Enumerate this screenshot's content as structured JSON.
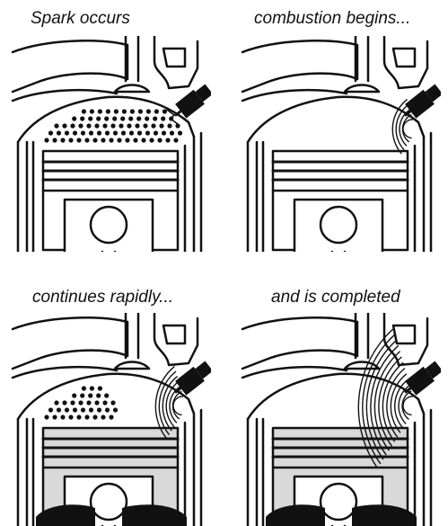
{
  "figure": {
    "panels": [
      {
        "caption": "Spark occurs",
        "stage": "spark"
      },
      {
        "caption": "combustion begins...",
        "stage": "begins"
      },
      {
        "caption": "continues rapidly...",
        "stage": "rapid"
      },
      {
        "caption": "and is completed",
        "stage": "complete"
      }
    ]
  },
  "colors": {
    "ink": "#111111",
    "paper": "#ffffff",
    "shade": "#d9d9d9"
  },
  "icons": [
    "spark-plug-icon",
    "intake-valve-icon",
    "piston-icon",
    "piston-pin-icon",
    "flame-front-icon",
    "fuel-mixture-dots-icon"
  ]
}
